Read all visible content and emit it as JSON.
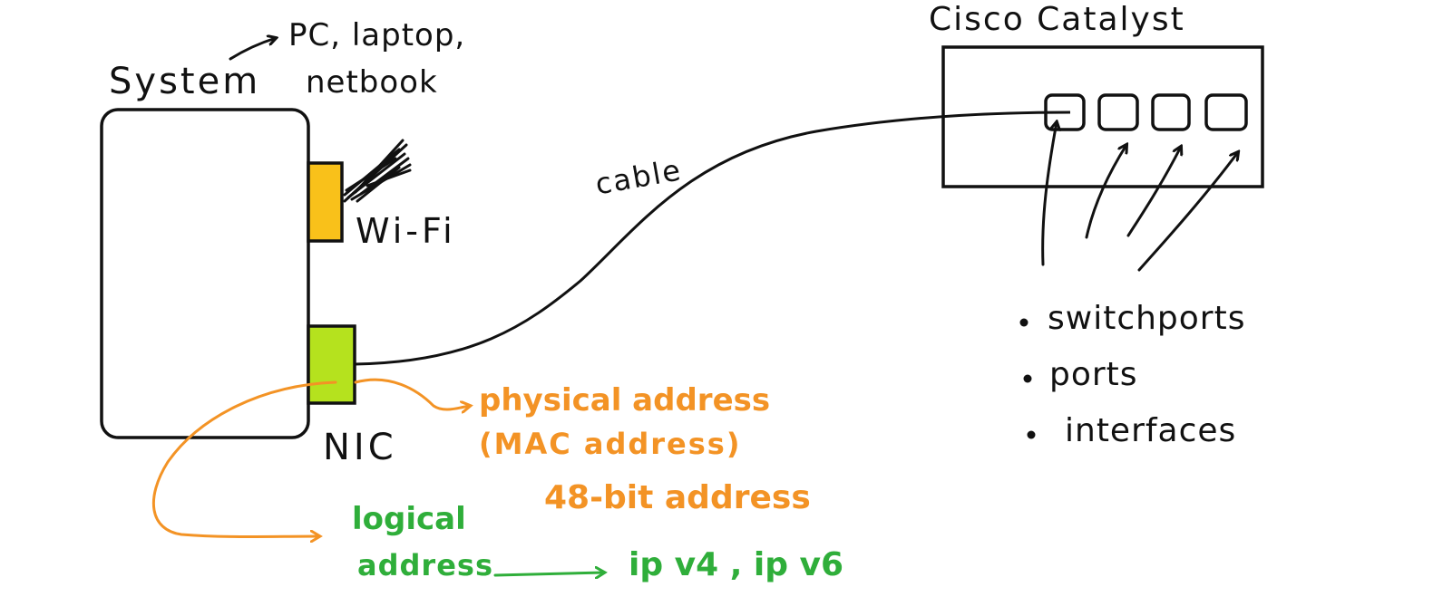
{
  "labels": {
    "system": "System",
    "device_types_line1": "PC, laptop,",
    "device_types_line2": "netbook",
    "wifi": "Wi-Fi",
    "nic": "NIC",
    "cable": "cable",
    "switch": "Cisco Catalyst",
    "physical_line1": "physical address",
    "physical_line2": "(MAC address)",
    "bits": "48-bit address",
    "logical_line1": "logical",
    "logical_line2": "address",
    "ip_versions": "ip v4 , ip v6"
  },
  "switch_terms": [
    "switchports",
    "ports",
    "interfaces"
  ],
  "colors": {
    "ink": "#111111",
    "wifi_adapter": "#f9c11a",
    "nic_adapter": "#b5e21e",
    "physical_annotation": "#f39325",
    "logical_annotation": "#2fae3a"
  }
}
